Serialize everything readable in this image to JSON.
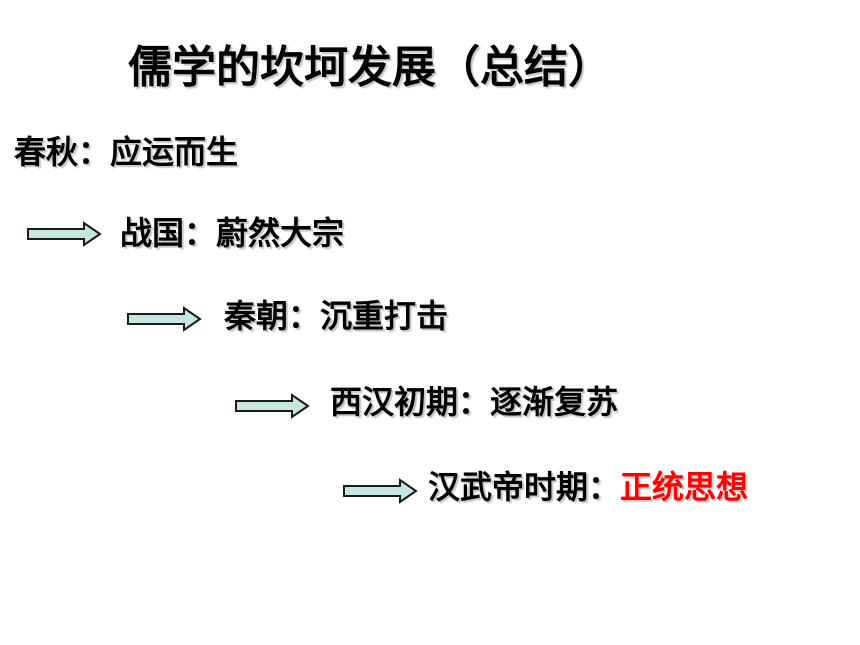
{
  "title": "儒学的坎坷发展（总结）",
  "stages": [
    {
      "label": "春秋：",
      "value": "应运而生",
      "highlight": false
    },
    {
      "label": "战国：",
      "value": "蔚然大宗",
      "highlight": false
    },
    {
      "label": "秦朝：",
      "value": "沉重打击",
      "highlight": false
    },
    {
      "label": "西汉初期：",
      "value": "逐渐复苏",
      "highlight": false
    },
    {
      "label": "汉武帝时期：",
      "value": "正统思想",
      "highlight": true
    }
  ],
  "colors": {
    "text": "#000000",
    "highlight": "#ff0000",
    "arrow_fill": "#c8e6e0",
    "arrow_stroke": "#1a1a1a"
  },
  "icons": [
    "right-arrow-icon"
  ]
}
